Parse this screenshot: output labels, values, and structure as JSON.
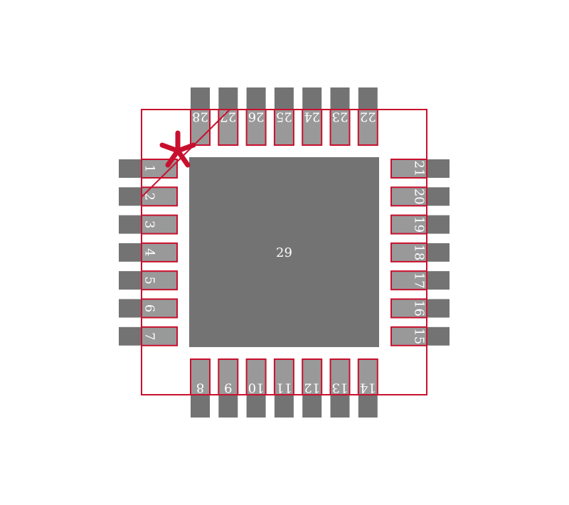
{
  "footprint": {
    "colors": {
      "pad_dark": "#737373",
      "pad_light": "#999999",
      "outline": "#c8102e",
      "label": "#ffffff"
    },
    "pins": {
      "left": [
        "1",
        "2",
        "3",
        "4",
        "5",
        "6",
        "7"
      ],
      "bottom": [
        "8",
        "9",
        "10",
        "11",
        "12",
        "13",
        "14"
      ],
      "right": [
        "15",
        "16",
        "17",
        "18",
        "19",
        "20",
        "21"
      ],
      "top": [
        "22",
        "23",
        "24",
        "25",
        "26",
        "27",
        "28"
      ]
    },
    "thermal_pad": "29",
    "pin1_marker": "asterisk-icon"
  }
}
